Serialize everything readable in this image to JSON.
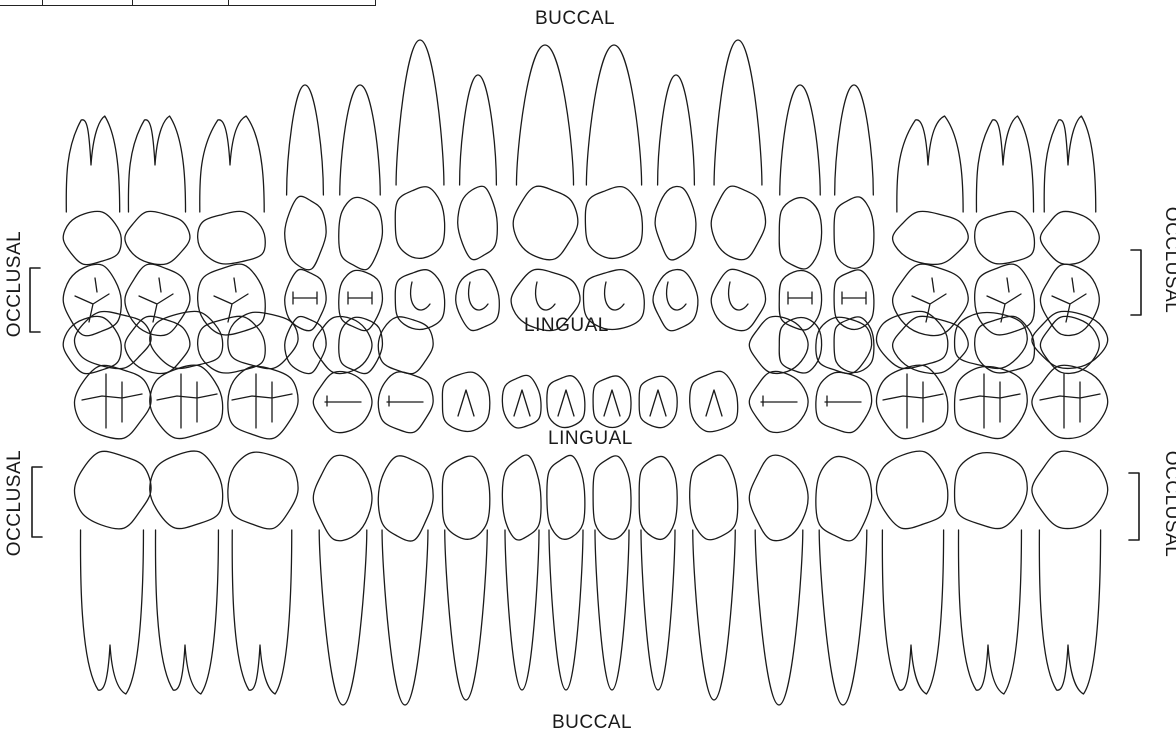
{
  "labels": {
    "upper_buccal": "BUCCAL",
    "upper_lingual": "LINGUAL",
    "lower_lingual": "LINGUAL",
    "lower_buccal": "BUCCAL",
    "upper_left_occlusal": "OCCLUSAL",
    "upper_right_occlusal": "OCCLUSAL",
    "lower_left_occlusal": "OCCLUSAL",
    "lower_right_occlusal": "OCCLUSAL"
  },
  "arches": [
    {
      "name": "upper",
      "tooth_count": 16,
      "views": [
        "buccal",
        "occlusal",
        "lingual"
      ]
    },
    {
      "name": "lower",
      "tooth_count": 16,
      "views": [
        "lingual",
        "occlusal",
        "buccal"
      ]
    }
  ],
  "colors": {
    "stroke": "#1a1a1a",
    "background": "#ffffff"
  }
}
